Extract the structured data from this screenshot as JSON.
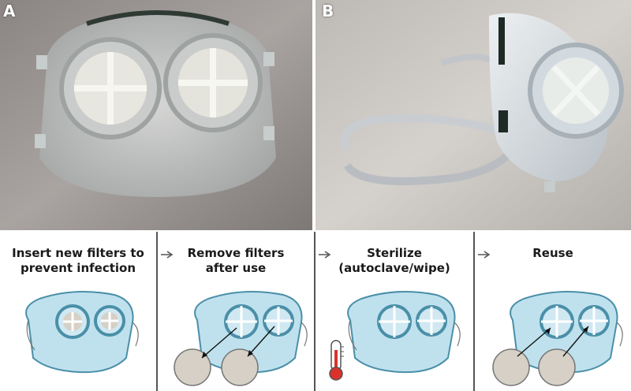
{
  "panels": {
    "a_label": "A",
    "b_label": "B"
  },
  "steps": [
    {
      "label": "Insert new filters to\nprevent infection"
    },
    {
      "label": "Remove filters\nafter use"
    },
    {
      "label": "Sterilize\n(autoclave/wipe)"
    },
    {
      "label": "Reuse"
    }
  ],
  "colors": {
    "mask_fill": "#bfe1ee",
    "mask_stroke": "#4a8fa8",
    "filter_disc": "#d6d0c6",
    "thermometer_red": "#d9322b",
    "divider": "#555555"
  }
}
